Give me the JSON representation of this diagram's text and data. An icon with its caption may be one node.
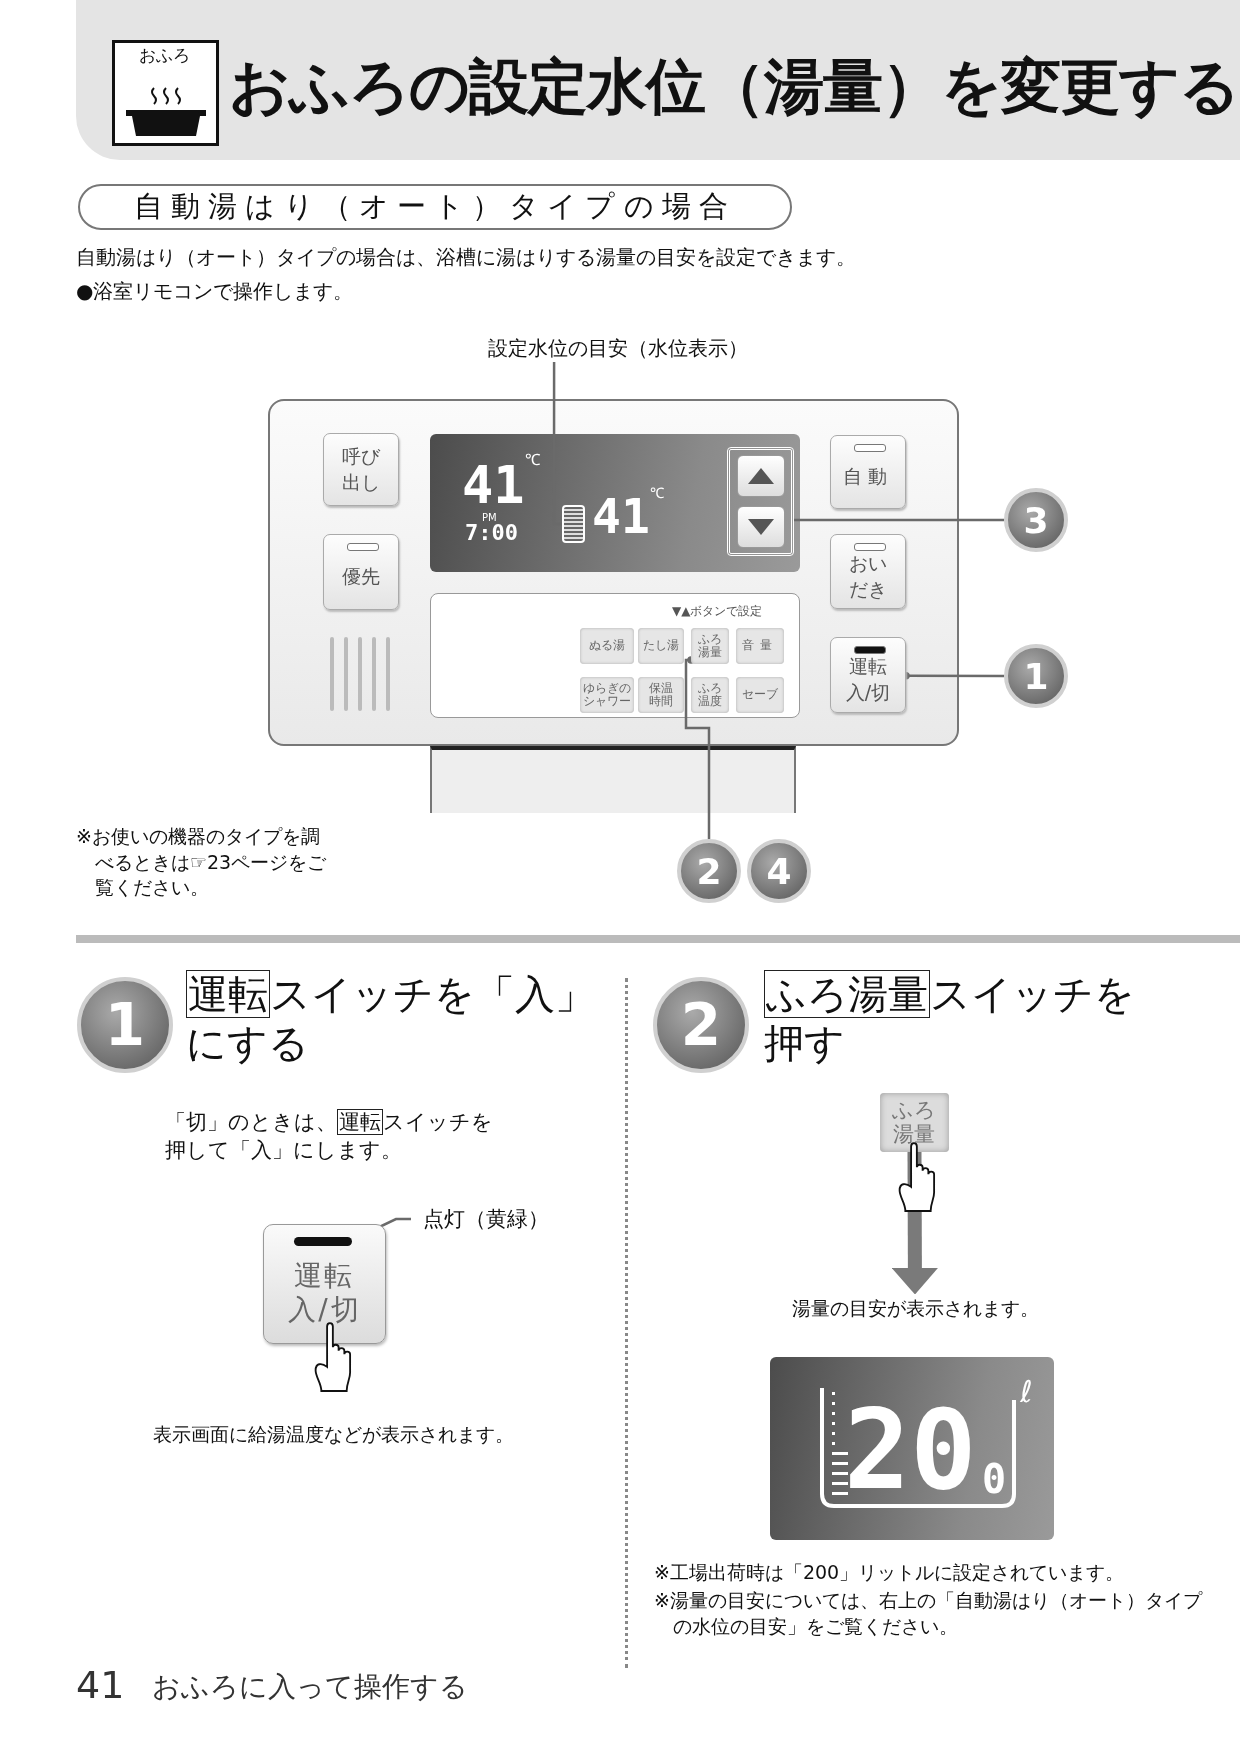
{
  "diagram": {
    "title": "おふろの設定水位（湯量）を変更する",
    "nodes": [
      {
        "text": [
          "自動湯はり（オート）タイプの場合"
        ]
      },
      {
        "text": [
          "設定水位の目安（水位表示）"
        ]
      },
      {
        "text": [],
        "shape": "box"
      },
      {
        "text": [
          "呼び出し"
        ]
      },
      {
        "text": [
          "優先"
        ]
      },
      {
        "text": [
          "自動"
        ]
      },
      {
        "text": [
          "おいだき"
        ]
      },
      {
        "text": [
          "運転入/切"
        ]
      },
      {
        "text": [],
        "shape": "box"
      },
      {
        "text": [
          "ぬる湯"
        ]
      },
      {
        "text": [
          "たし湯"
        ]
      },
      {
        "text": [
          "ふろ湯量"
        ]
      },
      {
        "text": [
          "音量"
        ]
      },
      {
        "text": [
          "ゆらぎのシャワー"
        ]
      },
      {
        "text": [
          "保温時間"
        ]
      },
      {
        "text": [
          "ふろ温度"
        ]
      },
      {
        "text": [
          "セーブ"
        ]
      },
      {
        "text": [
          "3"
        ]
      },
      {
        "text": [
          "1"
        ]
      },
      {
        "text": [
          "2"
        ]
      },
      {
        "text": [
          "4"
        ]
      },
      {
        "text": [
          "1"
        ],
        "beside": [
          "**運転**スイッチを「入」にする"
        ]
      },
      {
        "text": [
          "2"
        ],
        "beside": [
          "**ふろ湯量**スイッチを押す"
        ]
      },
      {
        "text": [
          "運転入/切"
        ]
      },
      {
        "text": [
          "点灯（黄緑）"
        ]
      },
      {
        "text": [],
        "shape": "bar",
        "in": 23
      },
      {
        "text": [
          "ふろ湯量"
        ]
      },
      {
        "text": [
          "湯量の目安が表示されます。"
        ]
      }
    ],
    "edges": [
      {
        "from": 1,
        "to": 2,
        "arrow": "none"
      },
      {
        "from": 17,
        "to": 8,
        "arrow": "none"
      },
      {
        "from": 18,
        "to": 7,
        "arrow": "other"
      },
      {
        "from": 19,
        "to": 11,
        "arrow": "other"
      },
      {
        "from": 24,
        "to": 25,
        "arrow": "none"
      },
      {
        "from": 26,
        "to": 27,
        "arrow": "to",
        "style": "thick"
      }
    ],
    "labels": [
      "おふろ",
      "自動湯はり（オート）タイプの場合は、浴槽に湯はりする湯量の目安を設定できます。",
      "●浴室リモコンで操作します。",
      "41$^{℃}$",
      "PM",
      "7:00",
      "41$^{℃}$",
      "▼▲ボタンで設定",
      "※お使いの機器のタイプを調べるときは☞23ページをご覧ください。",
      "「切」のときは、**運転**スイッチを押して「入」にします。",
      "表示画面に給湯温度などが表示されます。",
      "20",
      "0",
      "ℓ",
      "※工場出荷時は「200」リットルに設定されています。",
      "※湯量の目安については、右上の「自動湯はり（オート）タイプの水位の目安」をご覧ください。",
      "41",
      "おふろに入って操作する"
    ]
  }
}
